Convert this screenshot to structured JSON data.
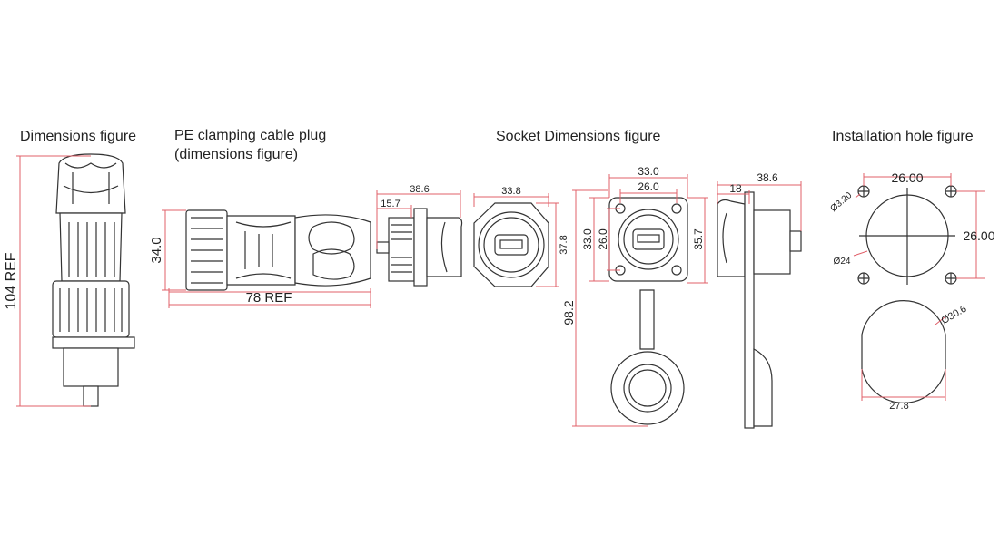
{
  "titles": {
    "dimensions": "Dimensions figure",
    "pe_plug_line1": "PE clamping cable plug",
    "pe_plug_line2": "(dimensions figure)",
    "socket": "Socket Dimensions figure",
    "installation": "Installation hole figure"
  },
  "plug_vertical": {
    "length": "104  REF"
  },
  "plug_horizontal": {
    "diameter": "34.0",
    "length": "78  REF"
  },
  "socket_side": {
    "overall": "38.6",
    "thread": "15.7"
  },
  "socket_front": {
    "width": "33.8",
    "height": "37.8"
  },
  "flange_front": {
    "outer_width": "33.0",
    "hole_width": "26.0",
    "outer_height": "33.0",
    "hole_height": "26.0",
    "height": "35.7",
    "total_height": "98.2"
  },
  "flange_side": {
    "overall": "38.6",
    "depth": "18"
  },
  "installation": {
    "hole_spacing_x": "26.00",
    "hole_spacing_y": "26.00",
    "mount_hole": "Ø3.20",
    "center_hole": "Ø24",
    "d_cut_diameter": "Ø30.6",
    "d_cut_flat": "27.8"
  }
}
